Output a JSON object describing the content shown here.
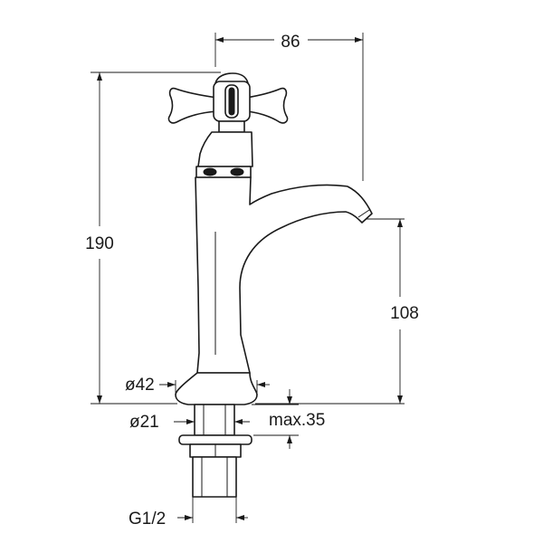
{
  "dimensions": {
    "width_top": "86",
    "total_height": "190",
    "spout_height": "108",
    "base_diameter": "ø42",
    "shank_diameter": "ø21",
    "max_panel": "max.35",
    "thread": "G1/2"
  }
}
